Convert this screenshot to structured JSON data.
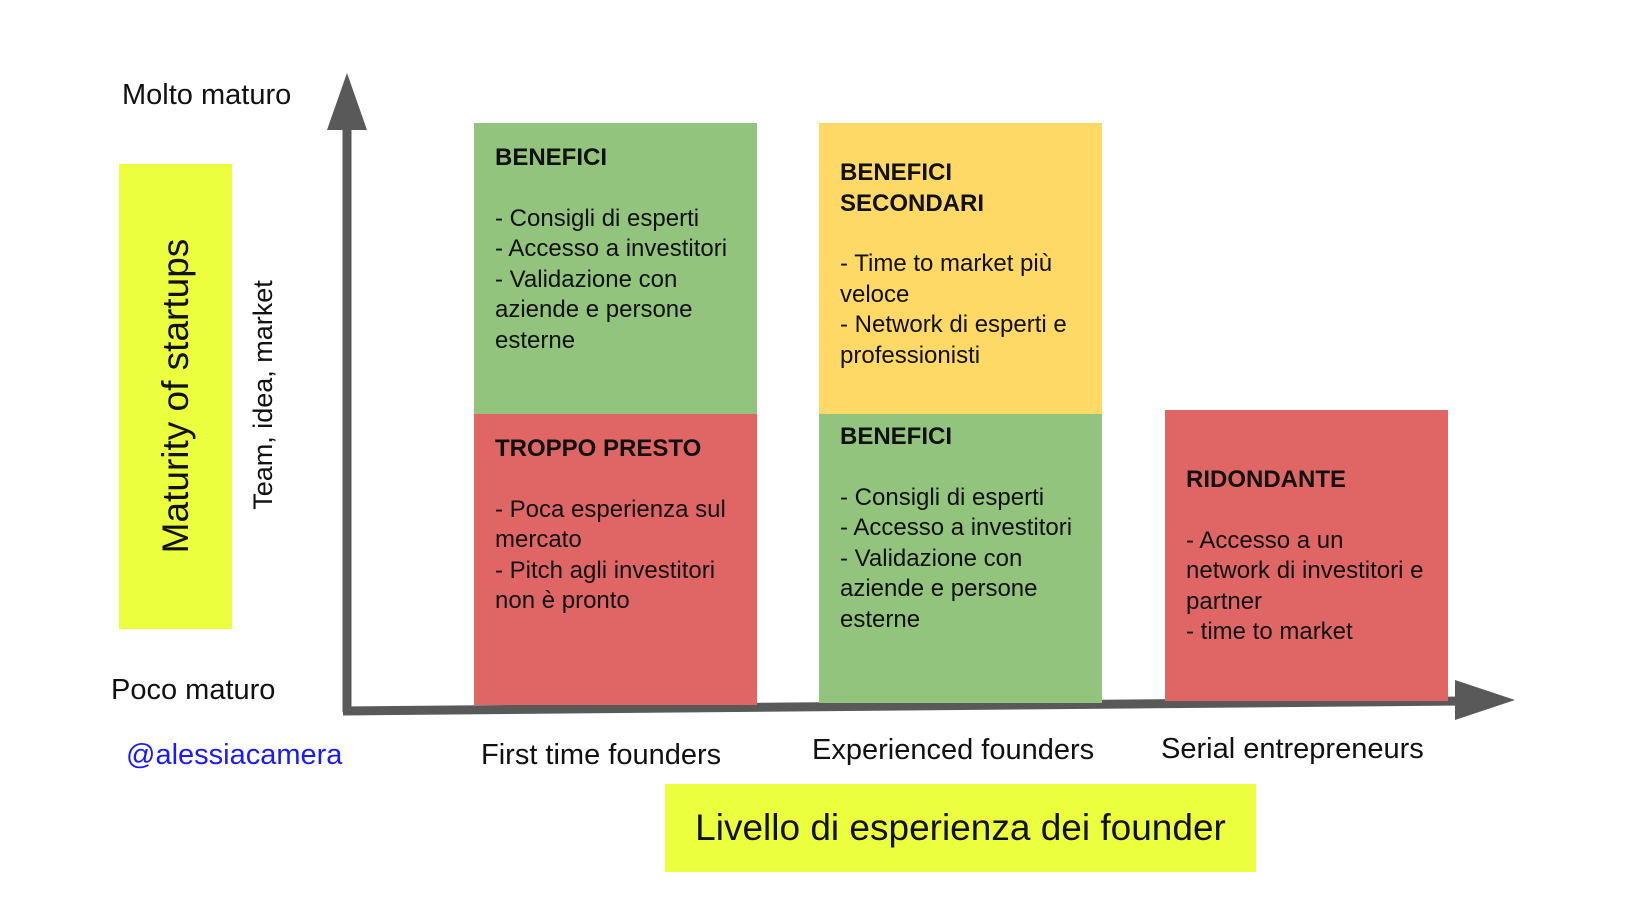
{
  "y_axis": {
    "top_label": "Molto maturo",
    "bottom_label": "Poco maturo",
    "title": "Maturity of startups",
    "subtitle": "Team, idea, market"
  },
  "x_axis": {
    "title": "Livello di esperienza dei founder",
    "categories": [
      "First time founders",
      "Experienced founders",
      "Serial entrepreneurs"
    ]
  },
  "author": "@alessiacamera",
  "colors": {
    "green": "#93c47d",
    "red": "#e06666",
    "orange": "#ffd966",
    "highlight": "#ebff3f",
    "axis": "#595959",
    "link": "#1a1aff"
  },
  "cards": {
    "first_top": {
      "title": "BENEFICI",
      "items": [
        "- Consigli di esperti",
        "- Accesso a investitori",
        "- Validazione con aziende e persone esterne"
      ]
    },
    "first_bottom": {
      "title": "TROPPO PRESTO",
      "items": [
        "- Poca esperienza sul mercato",
        "- Pitch agli investitori non è pronto"
      ]
    },
    "experienced_top": {
      "title": "BENEFICI\nSECONDARI",
      "items": [
        "- Time to market più veloce",
        "- Network di esperti e professionisti"
      ]
    },
    "experienced_bottom": {
      "title": "BENEFICI",
      "items": [
        "- Consigli di esperti",
        "- Accesso a investitori",
        "- Validazione con aziende e persone esterne"
      ]
    },
    "serial": {
      "title": "RIDONDANTE",
      "items": [
        "- Accesso a un network di investitori e partner",
        "- time to market"
      ]
    }
  }
}
